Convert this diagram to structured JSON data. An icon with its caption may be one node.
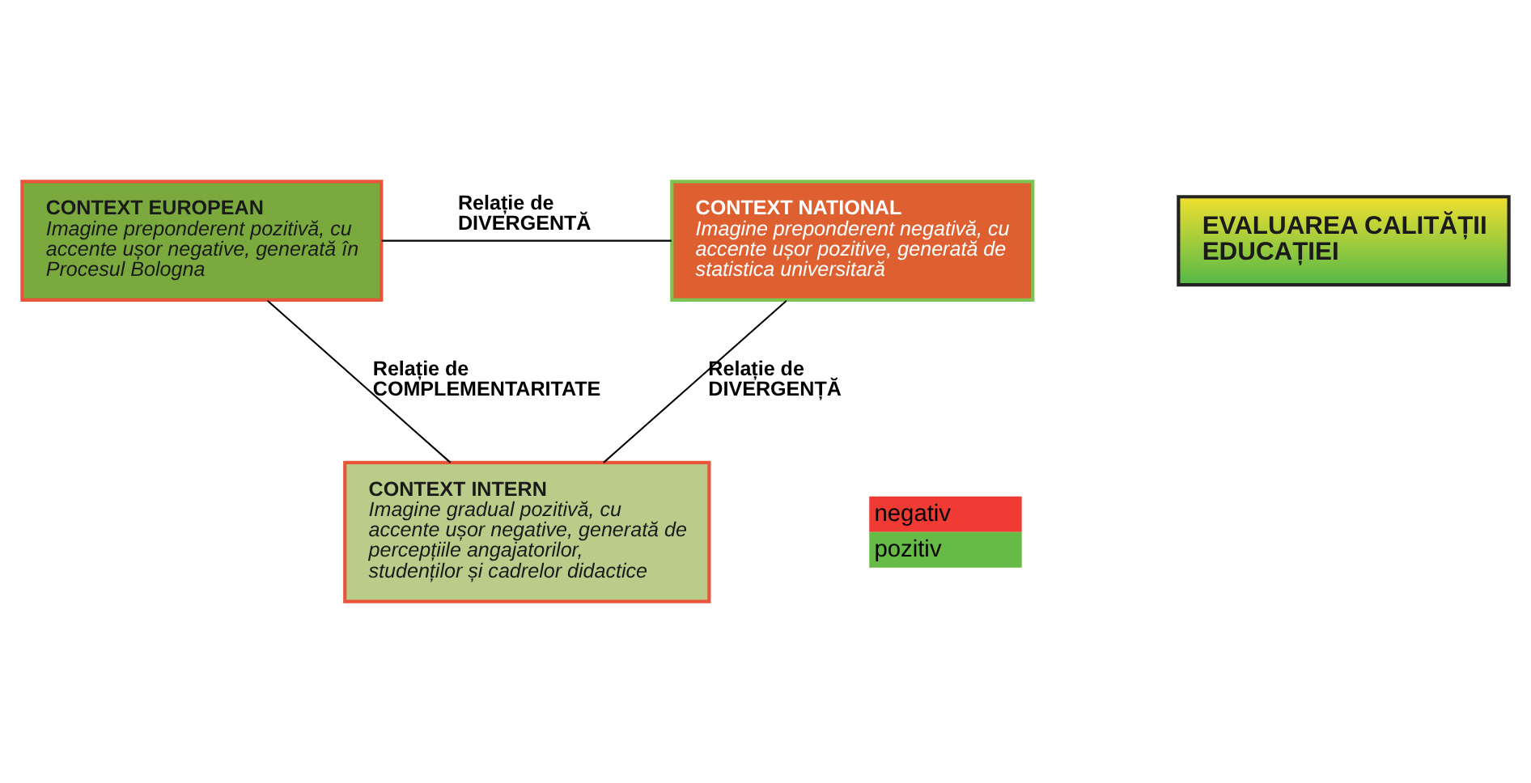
{
  "diagram": {
    "nodes": [
      {
        "text": [
          "CONTEXT EUROPEAN",
          "Imagine preponderent pozitivă, cu accente ușor negative, generată în Procesul Bologna"
        ]
      },
      {
        "text": [
          "CONTEXT NATIONAL",
          "Imagine preponderent negativă, cu accente ușor pozitive, generată de statistica universitară"
        ]
      },
      {
        "text": [
          "EVALUAREA CALITĂȚII EDUCAȚIEI"
        ]
      },
      {
        "text": [
          "CONTEXT INTERN",
          "Imagine gradual pozitivă, cu accente ușor negative, generată de percepțiile angajatorilor, studenților și cadrelor didactice"
        ]
      }
    ],
    "edges": [
      {
        "from": 0,
        "to": 1,
        "arrow": "none",
        "label": "Relație de DIVERGENTĂ"
      },
      {
        "from": 0,
        "to": 3,
        "arrow": "none",
        "label": "Relație de COMPLEMENTARITATE"
      },
      {
        "from": 1,
        "to": 3,
        "arrow": "none",
        "label": "Relație de DIVERGENȚĂ"
      }
    ],
    "legend": [
      {
        "text": "negativ",
        "color": "#ef3b33"
      },
      {
        "text": "pozitiv",
        "color": "#66bb46"
      }
    ]
  }
}
